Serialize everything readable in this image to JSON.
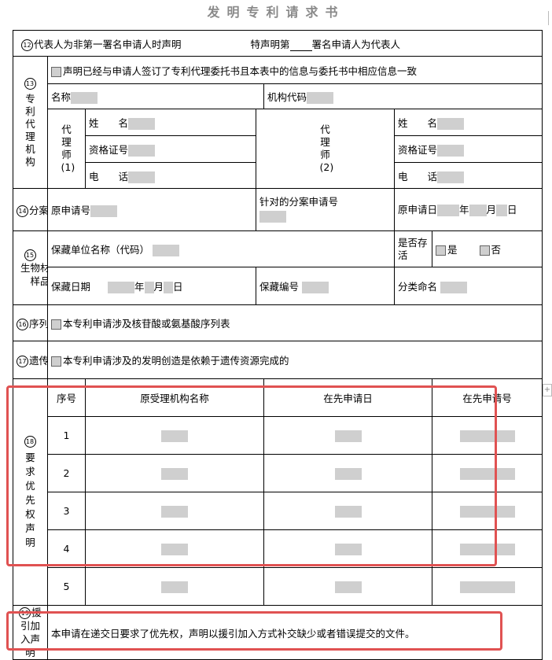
{
  "form_title": "发明专利请求书",
  "s12": {
    "num": "12",
    "text": "代表人为非第一署名申请人时声明",
    "special_pre": "特声明第",
    "special_post": "署名申请人为代表人"
  },
  "s13": {
    "num": "13",
    "label": "专利代理机构",
    "declaration": "声明已经与申请人签订了专利代理委托书且本表中的信息与委托书中相应信息一致",
    "name_label": "名称",
    "code_label": "机构代码",
    "agent1": "代理师(1)",
    "agent2": "代理师(2)",
    "surname_label": "姓　　名",
    "cert_label": "资格证号",
    "phone_label": "电　　话"
  },
  "s14": {
    "num": "14",
    "label": "分案申请",
    "orig_app_no": "原申请号",
    "target_app_no": "针对的分案申请号",
    "orig_date": "原申请日",
    "year": "年",
    "month": "月",
    "day": "日"
  },
  "s15": {
    "num": "15",
    "label": "生物材料样品",
    "depositary_label": "保藏单位名称（代码）",
    "survival": "是否存活",
    "yes": "是",
    "no": "否",
    "date_label": "保藏日期",
    "year": "年",
    "month": "月",
    "day": "日",
    "number_label": "保藏编号",
    "class_label": "分类命名"
  },
  "s16": {
    "num": "16",
    "label": "序列表",
    "text": "本专利申请涉及核苷酸或氨基酸序列表"
  },
  "s17": {
    "num": "17",
    "label": "遗传资源",
    "text": "本专利申请涉及的发明创造是依赖于遗传资源完成的"
  },
  "s18": {
    "num": "18",
    "label": "要求优先权声明",
    "headers": [
      "序号",
      "原受理机构名称",
      "在先申请日",
      "在先申请号"
    ],
    "rows": [
      "1",
      "2",
      "3",
      "4",
      "5"
    ]
  },
  "s19": {
    "num": "19",
    "label": "援引加入声明",
    "text": "本申请在递交日要求了优先权，声明以援引加入方式补交缺少或者错误提交的文件。"
  }
}
